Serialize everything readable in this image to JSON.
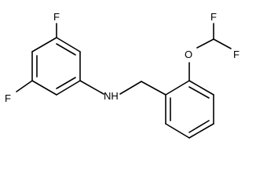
{
  "molecule": {
    "atoms": {
      "f_ring_top": "F",
      "f_ring_bottom": "F",
      "amine": "NH",
      "ether_oxygen": "O",
      "f_chf2_left": "F",
      "f_chf2_right": "F"
    },
    "colors": {
      "bond": "#000000",
      "label": "#000000",
      "background": "#ffffff"
    }
  }
}
